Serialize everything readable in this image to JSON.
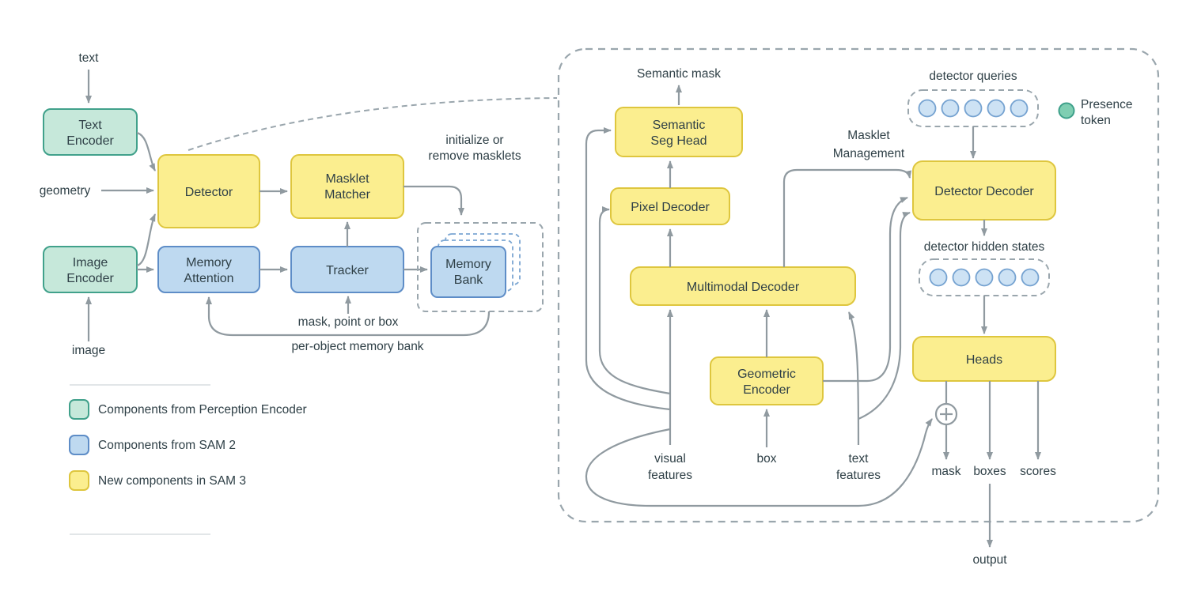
{
  "colors": {
    "teal_fill": "#c6e8da",
    "teal_stroke": "#41a18b",
    "blue_fill": "#bed9f0",
    "blue_stroke": "#5e8dc7",
    "yellow_fill": "#fbee8f",
    "yellow_stroke": "#dec63e",
    "arrow_gray": "#909aa0",
    "text": "#2f4047",
    "query_circle_fill": "#cde2f4",
    "query_circle_stroke": "#76a3d1",
    "presence_fill": "#7fceb2",
    "presence_stroke": "#3ea08a"
  },
  "left": {
    "inputs": {
      "text": "text",
      "geometry": "geometry",
      "image": "image"
    },
    "text_encoder": [
      "Text",
      "Encoder"
    ],
    "image_encoder": [
      "Image",
      "Encoder"
    ],
    "detector": "Detector",
    "masklet_matcher": [
      "Masklet",
      "Matcher"
    ],
    "memory_attention": [
      "Memory",
      "Attention"
    ],
    "tracker": "Tracker",
    "memory_bank": [
      "Memory",
      "Bank"
    ],
    "notes": {
      "initialize": [
        "initialize or",
        "remove masklets"
      ],
      "mask_point_box": "mask, point or box",
      "per_object": "per-object memory bank"
    },
    "legend": [
      {
        "swatch": "teal",
        "label": "Components from Perception Encoder"
      },
      {
        "swatch": "blue",
        "label": "Components from SAM 2"
      },
      {
        "swatch": "yellow",
        "label": "New components in SAM 3"
      }
    ]
  },
  "right": {
    "semantic_mask": "Semantic mask",
    "semantic_seg_head": [
      "Semantic",
      "Seg Head"
    ],
    "pixel_decoder": "Pixel Decoder",
    "multimodal_decoder": "Multimodal Decoder",
    "geometric_encoder": [
      "Geometric",
      "Encoder"
    ],
    "masklet_management": [
      "Masklet",
      "Management"
    ],
    "detector_queries": "detector queries",
    "presence_token": [
      "Presence",
      "token"
    ],
    "detector_decoder": "Detector Decoder",
    "detector_hidden_states": "detector hidden states",
    "heads": "Heads",
    "visual_features": [
      "visual",
      "features"
    ],
    "box_input": "box",
    "text_features": [
      "text",
      "features"
    ],
    "outputs": {
      "mask": "mask",
      "boxes": "boxes",
      "scores": "scores",
      "output": "output"
    }
  }
}
